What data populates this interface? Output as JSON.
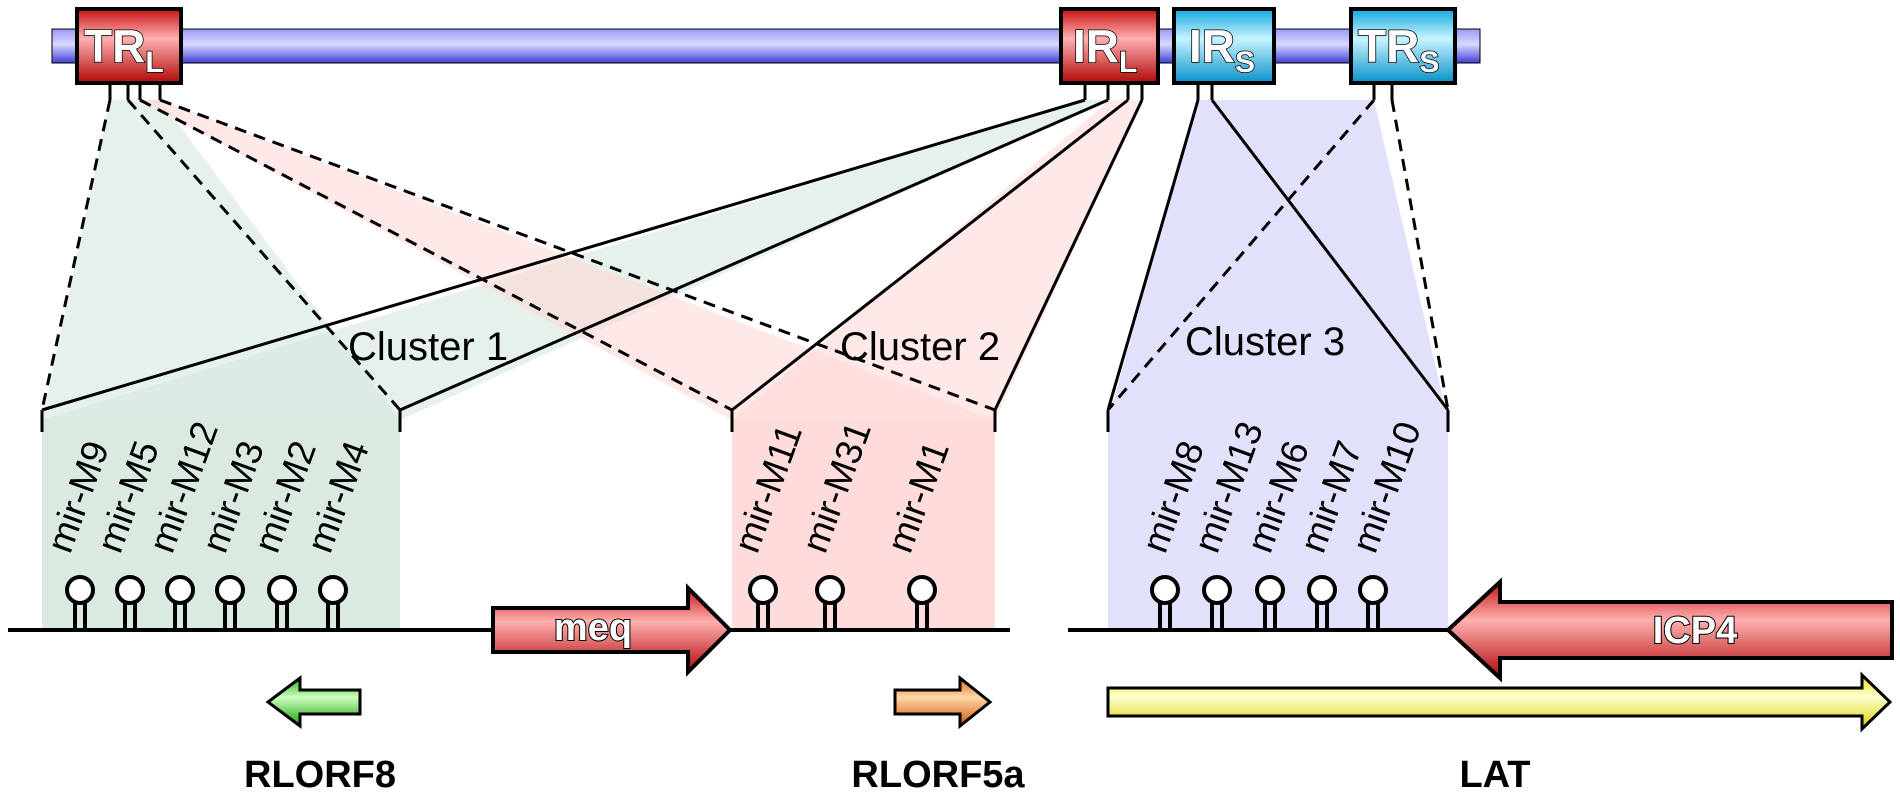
{
  "genome": {
    "trl": {
      "main": "TR",
      "sub": "L"
    },
    "irl": {
      "main": "IR",
      "sub": "L"
    },
    "irs": {
      "main": "IR",
      "sub": "S"
    },
    "trs": {
      "main": "TR",
      "sub": "S"
    }
  },
  "clusters": [
    {
      "label": "Cluster 1",
      "mirnas": [
        "mir-M9",
        "mir-M5",
        "mir-M12",
        "mir-M3",
        "mir-M2",
        "mir-M4"
      ]
    },
    {
      "label": "Cluster 2",
      "mirnas": [
        "mir-M11",
        "mir-M31",
        "mir-M1"
      ]
    },
    {
      "label": "Cluster 3",
      "mirnas": [
        "mir-M8",
        "mir-M13",
        "mir-M6",
        "mir-M7",
        "mir-M10"
      ]
    }
  ],
  "genes": {
    "meq": "meq",
    "icp4": "ICP4"
  },
  "transcripts": {
    "rlorf8": "RLORF8",
    "rlorf5a": "RLORF5a",
    "lat": "LAT"
  },
  "colors": {
    "genome_bar": "#5a5ae6",
    "repeat_long": "#e02020",
    "repeat_short": "#30c8f0",
    "cluster1_fill": "#d4e6dc",
    "cluster2_fill": "#ffd6d6",
    "cluster3_fill": "#dcdcfa",
    "gene_red": "#d81818",
    "rlorf8_green": "#30d020",
    "rlorf5a_orange": "#f08020",
    "lat_yellow": "#f0f020"
  }
}
